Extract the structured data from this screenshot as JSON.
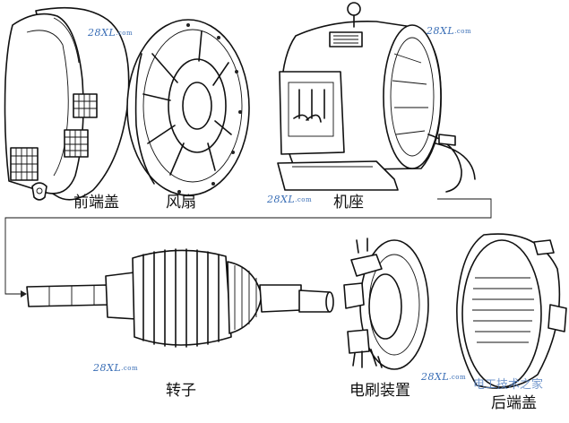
{
  "parts": {
    "front_end_cover": "前端盖",
    "fan": "风扇",
    "frame": "机座",
    "rotor": "转子",
    "brush_assembly": "电刷装置",
    "rear_end_cover": "后端盖"
  },
  "watermark": {
    "code": "28XL",
    "suffix": ".com",
    "site_text": "电工技术之家"
  }
}
